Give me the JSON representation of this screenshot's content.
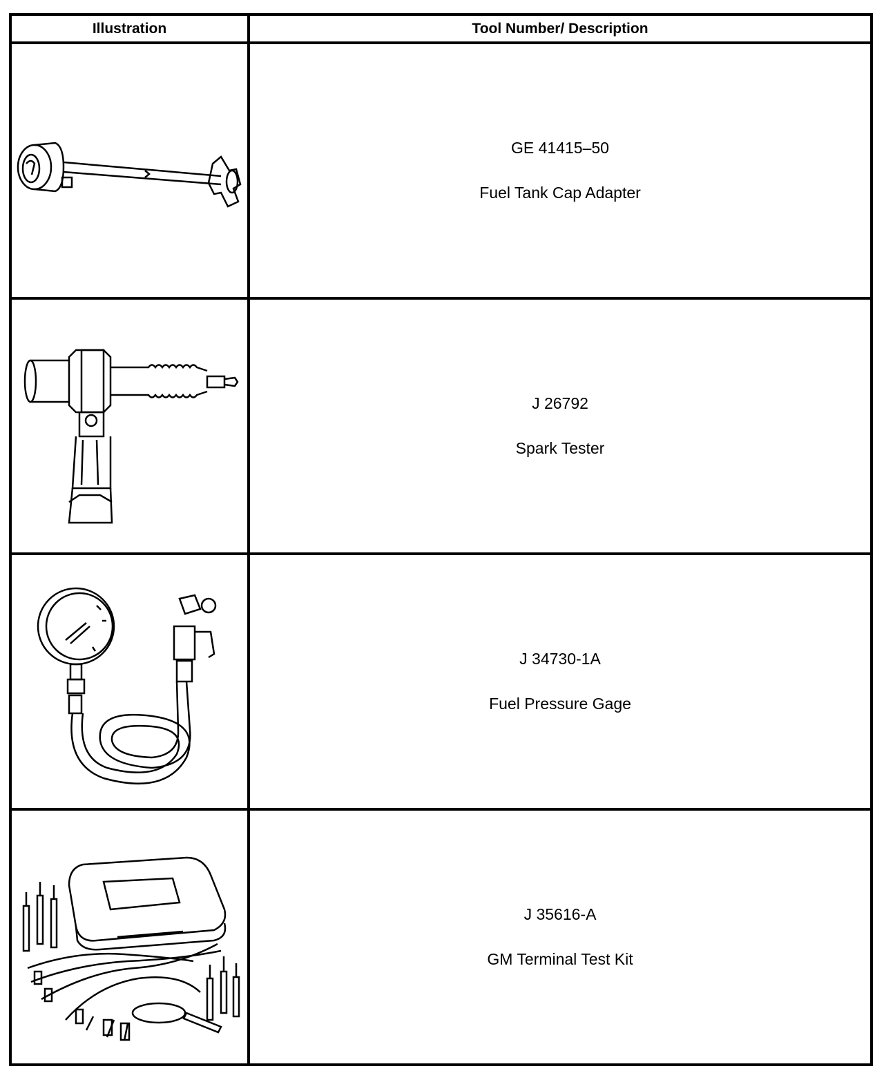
{
  "table": {
    "headers": {
      "illustration": "Illustration",
      "description": "Tool Number/ Description"
    },
    "rows": [
      {
        "tool_number": "GE 41415–50",
        "description": "Fuel Tank Cap Adapter",
        "icon": "fuel-tank-cap-adapter-icon"
      },
      {
        "tool_number": "J 26792",
        "description": "Spark Tester",
        "icon": "spark-tester-icon"
      },
      {
        "tool_number": "J 34730-1A",
        "description": "Fuel Pressure Gage",
        "icon": "fuel-pressure-gage-icon"
      },
      {
        "tool_number": "J 35616-A",
        "description": "GM Terminal Test Kit",
        "icon": "terminal-test-kit-icon"
      }
    ]
  }
}
